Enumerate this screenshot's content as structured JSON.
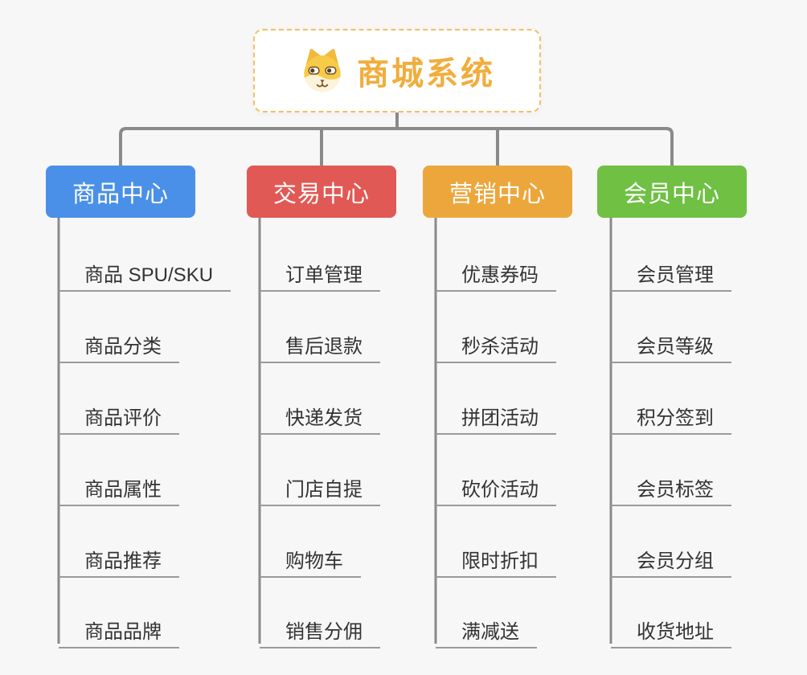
{
  "root": {
    "title": "商城系统",
    "icon": "dog-face"
  },
  "branches": [
    {
      "label": "商品中心",
      "color": "#4a90e8",
      "children": [
        "商品 SPU/SKU",
        "商品分类",
        "商品评价",
        "商品属性",
        "商品推荐",
        "商品品牌"
      ]
    },
    {
      "label": "交易中心",
      "color": "#e15955",
      "children": [
        "订单管理",
        "售后退款",
        "快递发货",
        "门店自提",
        "购物车",
        "销售分佣"
      ]
    },
    {
      "label": "营销中心",
      "color": "#eca73c",
      "children": [
        "优惠券码",
        "秒杀活动",
        "拼团活动",
        "砍价活动",
        "限时折扣",
        "满减送"
      ]
    },
    {
      "label": "会员中心",
      "color": "#6fc043",
      "children": [
        "会员管理",
        "会员等级",
        "积分签到",
        "会员标签",
        "会员分组",
        "收货地址"
      ]
    }
  ],
  "colors": {
    "background": "#f7f7f7",
    "connector": "#8a8a8a",
    "underline": "#9a9a9a",
    "leaf_text": "#333333",
    "root_title": "#f1ad3c",
    "root_border": "#f5bd63"
  }
}
